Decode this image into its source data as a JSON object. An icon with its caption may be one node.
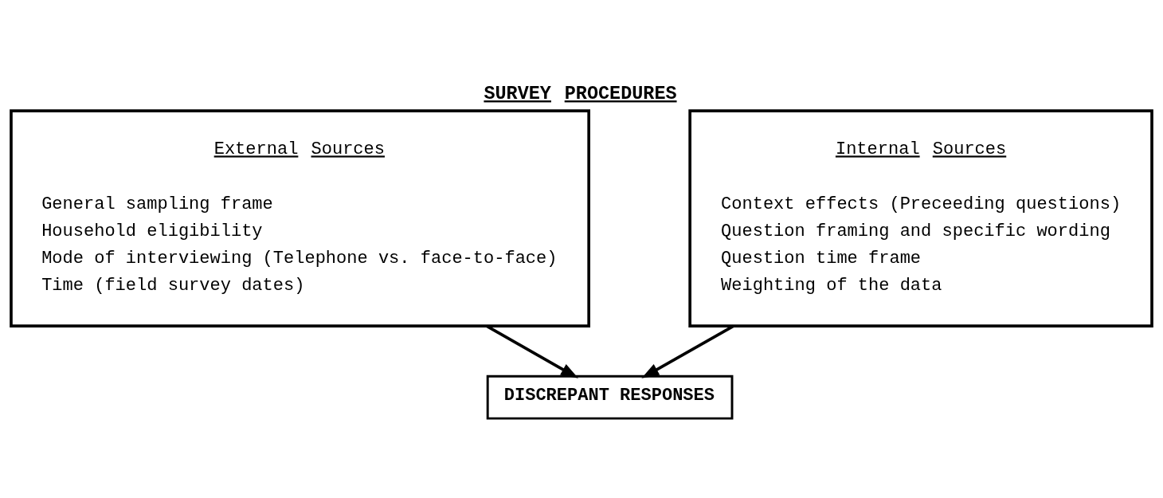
{
  "diagram": {
    "title": "SURVEY PROCEDURES",
    "nodes": [
      {
        "text": [
          "External Sources",
          "General sampling frame",
          "Household eligibility",
          "Mode of interviewing (Telephone vs. face-to-face)",
          "Time (field survey dates)"
        ]
      },
      {
        "text": [
          "Internal Sources",
          "Context effects (Preceeding questions)",
          "Question framing and specific wording",
          "Question time frame",
          "Weighting of the data"
        ]
      },
      {
        "text": [
          "DISCREPANT RESPONSES"
        ]
      }
    ],
    "edges": [
      {
        "from": 0,
        "to": 2,
        "arrow": "to"
      },
      {
        "from": 1,
        "to": 2,
        "arrow": "to"
      }
    ]
  }
}
